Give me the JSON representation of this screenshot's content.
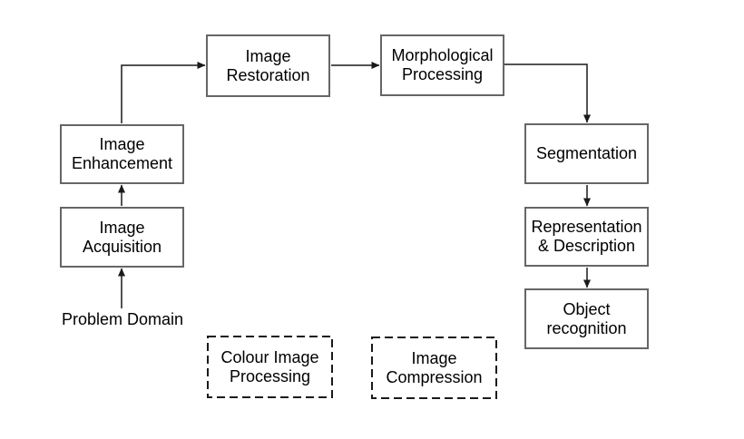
{
  "diagram": {
    "nodes": {
      "image_restoration": "Image\nRestoration",
      "morphological_processing": "Morphological\nProcessing",
      "image_enhancement": "Image\nEnhancement",
      "segmentation": "Segmentation",
      "image_acquisition": "Image\nAcquisition",
      "representation_description": "Representation\n& Description",
      "object_recognition": "Object\nrecognition",
      "colour_image_processing": "Colour Image\nProcessing",
      "image_compression": "Image\nCompression"
    },
    "labels": {
      "problem_domain": "Problem Domain"
    },
    "colors": {
      "solid_box_border": "#666666",
      "dashed_box_border": "#1a1a1a",
      "arrow": "#1a1a1a",
      "text": "#000000",
      "background": "#ffffff"
    }
  }
}
